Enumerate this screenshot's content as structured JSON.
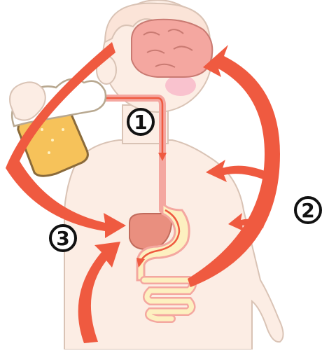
{
  "labels": {
    "route1": "1",
    "route2": "2",
    "route3": "3"
  },
  "colors": {
    "skin": "#FCEDE4",
    "outline": "#D9C3B5",
    "arrow": "#EF5A40",
    "brain": "#F4A7A0",
    "beer": "#F6C25A",
    "foam": "#FFFFFF",
    "liver": "#E98F7F",
    "intestine": "#FDF0C0",
    "blush": "#F7B6C8"
  },
  "icons": {
    "route1": "circled-number-icon",
    "route2": "circled-number-icon",
    "route3": "circled-number-icon"
  }
}
